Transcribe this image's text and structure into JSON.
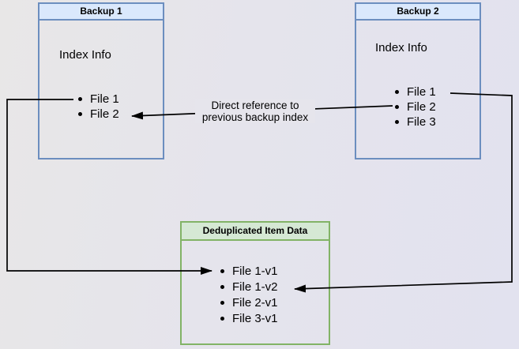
{
  "boxes": {
    "backup1": {
      "title": "Backup 1",
      "subtitle": "Index Info",
      "items": [
        "File 1",
        "File 2"
      ]
    },
    "backup2": {
      "title": "Backup 2",
      "subtitle": "Index Info",
      "items": [
        "File 1",
        "File 2",
        "File 3"
      ]
    },
    "dedup": {
      "title": "Deduplicated Item Data",
      "items": [
        "File 1-v1",
        "File 1-v2",
        "File 2-v1",
        "File 3-v1"
      ]
    }
  },
  "edge_label": {
    "line1": "Direct reference to",
    "line2": "previous backup index"
  },
  "colors": {
    "backup_border": "#6c8ebf",
    "backup_header_fill": "#dae8fc",
    "dedup_border": "#82b366",
    "dedup_header_fill": "#d5e8d4",
    "connector": "#000000"
  }
}
